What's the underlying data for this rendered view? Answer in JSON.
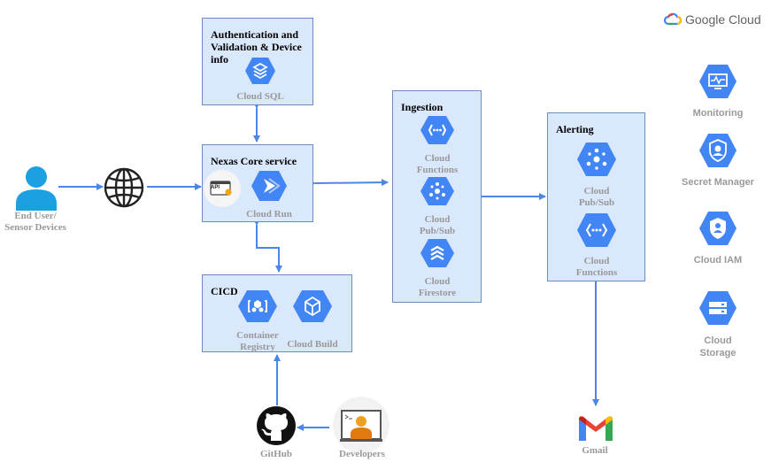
{
  "brand": {
    "name": "Google Cloud"
  },
  "nodes": {
    "end_user": "End User/ Sensor Devices",
    "auth_box": {
      "title": "Authentication and Validation & Device info",
      "service": "Cloud SQL"
    },
    "core_box": {
      "title": "Nexas Core service",
      "service": "Cloud Run",
      "api_badge": "API"
    },
    "cicd_box": {
      "title": "CICD",
      "registry": "Container Registry",
      "build": "Cloud Build"
    },
    "ingestion_box": {
      "title": "Ingestion",
      "functions": "Cloud Functions",
      "pubsub": "Cloud Pub/Sub",
      "firestore": "Cloud Firestore"
    },
    "alerting_box": {
      "title": "Alerting",
      "pubsub": "Cloud Pub/Sub",
      "functions": "Cloud Functions"
    },
    "github": "GitHub",
    "developers": "Developers",
    "gmail": "Gmail"
  },
  "sidebar": {
    "monitoring": "Monitoring",
    "secret_manager": "Secret Manager",
    "iam": "Cloud IAM",
    "storage": "Cloud Storage"
  },
  "colors": {
    "arrow": "#4a86e8",
    "box_fill": "#dae8fc",
    "box_stroke": "#6c8ebf",
    "icon_blue": "#4285f4",
    "label_gray": "#999999"
  }
}
